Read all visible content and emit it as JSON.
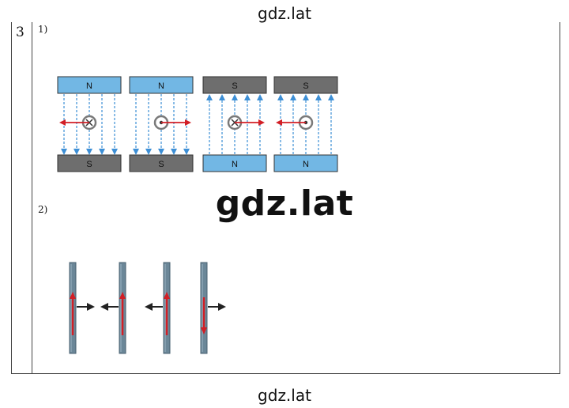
{
  "watermark": {
    "top": "gdz.lat",
    "center": "gdz.lat",
    "bottom": "gdz.lat"
  },
  "task": {
    "number": "3",
    "part1_label": "1)",
    "part2_label": "2)"
  },
  "magnets": [
    {
      "top": "N",
      "bottom": "S",
      "field": "down",
      "current": "into",
      "force": "left"
    },
    {
      "top": "N",
      "bottom": "S",
      "field": "down",
      "current": "out",
      "force": "right"
    },
    {
      "top": "S",
      "bottom": "N",
      "field": "up",
      "current": "into",
      "force": "right"
    },
    {
      "top": "S",
      "bottom": "N",
      "field": "up",
      "current": "out",
      "force": "left"
    }
  ],
  "wires": [
    {
      "current": "up",
      "force": "right"
    },
    {
      "current": "up",
      "force": "left"
    },
    {
      "current": "up",
      "force": "left"
    },
    {
      "current": "down",
      "force": "right"
    }
  ],
  "colors": {
    "north": "#72b7e4",
    "south": "#6e6e6e",
    "field_line": "#3d8fd6",
    "current": "#d21f26",
    "wire": "#6b8798",
    "force_arrow": "#222222"
  }
}
